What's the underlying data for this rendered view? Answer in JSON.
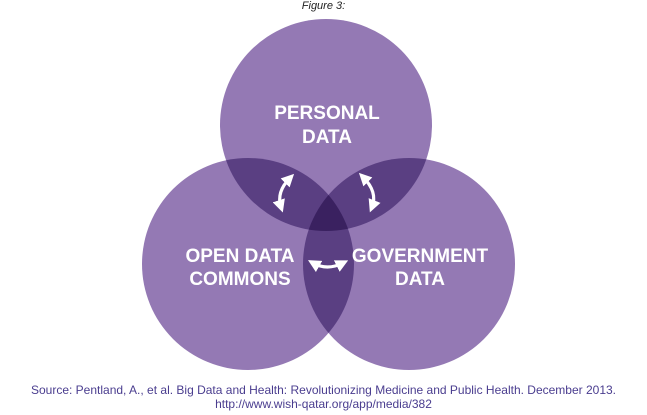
{
  "figure_label": "Figure 3:",
  "colors": {
    "circle_fill": "#9479b4",
    "overlap_pair": "#5a3f82",
    "overlap_center": "#3a2160",
    "arrow": "#ffffff",
    "source_text": "#4a3d8f"
  },
  "circles": [
    {
      "id": "personal",
      "line1": "PERSONAL",
      "line2": "DATA"
    },
    {
      "id": "open",
      "line1": "OPEN DATA",
      "line2": "COMMONS"
    },
    {
      "id": "government",
      "line1": "GOVERNMENT",
      "line2": "DATA"
    }
  ],
  "arrows": [
    "double-arrow-icon",
    "double-arrow-icon",
    "double-arrow-icon"
  ],
  "source": {
    "line1": "Source: Pentland, A., et al. Big Data and Health: Revolutionizing Medicine and Public Health. December 2013.",
    "line2": "http://www.wish-qatar.org/app/media/382"
  }
}
